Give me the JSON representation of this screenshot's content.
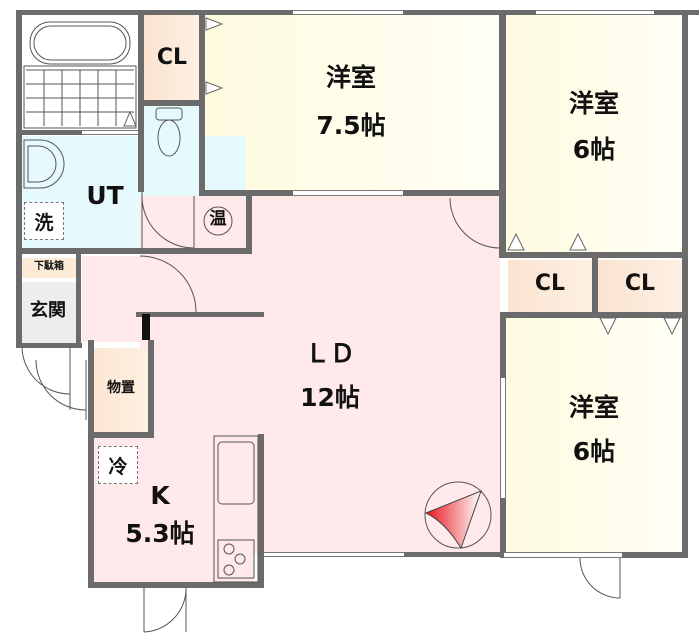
{
  "floor_plan": {
    "rooms": {
      "western_room_1": {
        "name": "洋室",
        "size": "7.5帖"
      },
      "western_room_2": {
        "name": "洋室",
        "size": "6帖"
      },
      "western_room_3": {
        "name": "洋室",
        "size": "6帖"
      },
      "ld": {
        "name": "ＬＤ",
        "size": "12帖"
      },
      "kitchen": {
        "name": "K",
        "size": "5.3帖"
      },
      "utility": {
        "name": "UT"
      },
      "entrance": {
        "name": "玄関"
      },
      "shoe_box": {
        "name": "下駄箱"
      },
      "storage": {
        "name": "物置"
      },
      "closet_top": {
        "name": "CL"
      },
      "closet_mid_left": {
        "name": "CL"
      },
      "closet_mid_right": {
        "name": "CL"
      }
    },
    "fixtures": {
      "washer": "洗",
      "water_heater": "温",
      "refrigerator": "冷"
    },
    "colors": {
      "wall": "#6b6b6b",
      "western_room": "#fffde8",
      "ld_kitchen": "#ffe9ea",
      "utility_toilet": "#e6fafd",
      "closet": "#fde9d6",
      "entrance": "#ededed",
      "compass_red": "#e8141e"
    }
  }
}
